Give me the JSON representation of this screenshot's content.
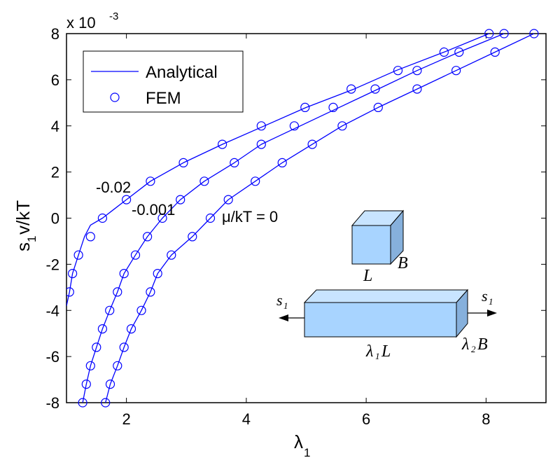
{
  "chart_data": {
    "type": "line",
    "x_axis": {
      "label_main": "λ",
      "label_sub": "1",
      "range": [
        1,
        9
      ],
      "ticks": [
        2,
        4,
        6,
        8
      ]
    },
    "y_axis": {
      "label": "s",
      "label_sub": "1",
      "label_rest": "v/kT",
      "range": [
        -8,
        8
      ],
      "ticks": [
        -8,
        -6,
        -4,
        -2,
        0,
        2,
        4,
        6,
        8
      ],
      "tick_labels": [
        "-8",
        "-6",
        "-4",
        "-2",
        "0",
        "2",
        "4",
        "6",
        "8"
      ],
      "scale_prefix": "x 10",
      "scale_exponent": "-3"
    },
    "legend": {
      "placement": "top-left",
      "entries": [
        {
          "label": "Analytical",
          "style": "line"
        },
        {
          "label": "FEM",
          "style": "circle"
        }
      ]
    },
    "color": "#0000ff",
    "grid": false,
    "series": [
      {
        "annotation": "-0.02",
        "line": [
          [
            1.0,
            -3.8
          ],
          [
            1.05,
            -3.2
          ],
          [
            1.1,
            -2.4
          ],
          [
            1.2,
            -1.6
          ],
          [
            1.3,
            -0.8
          ],
          [
            1.4,
            -0.3
          ],
          [
            1.6,
            0.0
          ],
          [
            1.8,
            0.4
          ],
          [
            2.0,
            0.8
          ],
          [
            2.4,
            1.6
          ],
          [
            2.95,
            2.4
          ],
          [
            3.6,
            3.2
          ],
          [
            4.3,
            4.0
          ],
          [
            5.0,
            4.8
          ],
          [
            5.8,
            5.6
          ],
          [
            6.5,
            6.4
          ],
          [
            7.3,
            7.2
          ],
          [
            8.05,
            8.0
          ]
        ],
        "fem": [
          [
            1.05,
            -3.2
          ],
          [
            1.1,
            -2.4
          ],
          [
            1.2,
            -1.6
          ],
          [
            1.4,
            -0.8
          ],
          [
            1.6,
            0.0
          ],
          [
            2.0,
            0.8
          ],
          [
            2.4,
            1.6
          ],
          [
            2.95,
            2.4
          ],
          [
            3.6,
            3.2
          ],
          [
            4.25,
            4.0
          ],
          [
            4.98,
            4.8
          ],
          [
            5.75,
            5.6
          ],
          [
            6.53,
            6.4
          ],
          [
            7.3,
            7.2
          ],
          [
            8.05,
            8.0
          ]
        ]
      },
      {
        "annotation": "-0.001",
        "line": [
          [
            1.27,
            -8.0
          ],
          [
            1.33,
            -7.2
          ],
          [
            1.4,
            -6.4
          ],
          [
            1.5,
            -5.6
          ],
          [
            1.6,
            -4.8
          ],
          [
            1.72,
            -4.0
          ],
          [
            1.85,
            -3.2
          ],
          [
            1.96,
            -2.4
          ],
          [
            2.15,
            -1.6
          ],
          [
            2.35,
            -0.8
          ],
          [
            2.6,
            0.0
          ],
          [
            2.9,
            0.8
          ],
          [
            3.3,
            1.6
          ],
          [
            3.8,
            2.4
          ],
          [
            4.25,
            3.2
          ],
          [
            4.9,
            4.0
          ],
          [
            5.55,
            4.8
          ],
          [
            6.2,
            5.6
          ],
          [
            6.85,
            6.4
          ],
          [
            7.55,
            7.2
          ],
          [
            8.3,
            8.0
          ]
        ],
        "fem": [
          [
            1.27,
            -8.0
          ],
          [
            1.33,
            -7.2
          ],
          [
            1.4,
            -6.4
          ],
          [
            1.5,
            -5.6
          ],
          [
            1.6,
            -4.8
          ],
          [
            1.72,
            -4.0
          ],
          [
            1.85,
            -3.2
          ],
          [
            1.96,
            -2.4
          ],
          [
            2.15,
            -1.6
          ],
          [
            2.35,
            -0.8
          ],
          [
            2.6,
            0.0
          ],
          [
            2.9,
            0.8
          ],
          [
            3.3,
            1.6
          ],
          [
            3.8,
            2.4
          ],
          [
            4.25,
            3.2
          ],
          [
            4.8,
            4.0
          ],
          [
            5.45,
            4.8
          ],
          [
            6.15,
            5.6
          ],
          [
            6.85,
            6.4
          ],
          [
            7.55,
            7.2
          ],
          [
            8.3,
            8.0
          ]
        ]
      },
      {
        "annotation": "μ/kT = 0",
        "line": [
          [
            1.65,
            -8.0
          ],
          [
            1.73,
            -7.2
          ],
          [
            1.85,
            -6.4
          ],
          [
            1.96,
            -5.6
          ],
          [
            2.08,
            -4.8
          ],
          [
            2.25,
            -4.0
          ],
          [
            2.4,
            -3.2
          ],
          [
            2.52,
            -2.4
          ],
          [
            2.75,
            -1.6
          ],
          [
            3.1,
            -0.8
          ],
          [
            3.4,
            0.0
          ],
          [
            3.7,
            0.8
          ],
          [
            4.15,
            1.6
          ],
          [
            4.6,
            2.4
          ],
          [
            5.1,
            3.2
          ],
          [
            5.6,
            4.0
          ],
          [
            6.2,
            4.8
          ],
          [
            6.85,
            5.6
          ],
          [
            7.5,
            6.4
          ],
          [
            8.15,
            7.2
          ],
          [
            8.8,
            8.0
          ]
        ],
        "fem": [
          [
            1.65,
            -8.0
          ],
          [
            1.73,
            -7.2
          ],
          [
            1.85,
            -6.4
          ],
          [
            1.96,
            -5.6
          ],
          [
            2.08,
            -4.8
          ],
          [
            2.25,
            -4.0
          ],
          [
            2.4,
            -3.2
          ],
          [
            2.52,
            -2.4
          ],
          [
            2.75,
            -1.6
          ],
          [
            3.1,
            -0.8
          ],
          [
            3.4,
            0.0
          ],
          [
            3.7,
            0.8
          ],
          [
            4.15,
            1.6
          ],
          [
            4.6,
            2.4
          ],
          [
            5.1,
            3.2
          ],
          [
            5.6,
            4.0
          ],
          [
            6.2,
            4.8
          ],
          [
            6.85,
            5.6
          ],
          [
            7.5,
            6.4
          ],
          [
            8.15,
            7.2
          ],
          [
            8.8,
            8.0
          ]
        ]
      }
    ],
    "inset": {
      "cube_label_L": "L",
      "cube_label_B": "B",
      "bar_force_left": "s",
      "bar_force_left_sub": "1",
      "bar_force_right": "s",
      "bar_force_right_sub": "1",
      "bar_length_main": "λ",
      "bar_length_sub": "1",
      "bar_length_rest": "L",
      "bar_width_main": "λ",
      "bar_width_sub": "2",
      "bar_width_rest": "B",
      "fill_front": "#a8d4ff",
      "fill_top": "#c8e4ff",
      "fill_side": "#86b0dc"
    }
  }
}
